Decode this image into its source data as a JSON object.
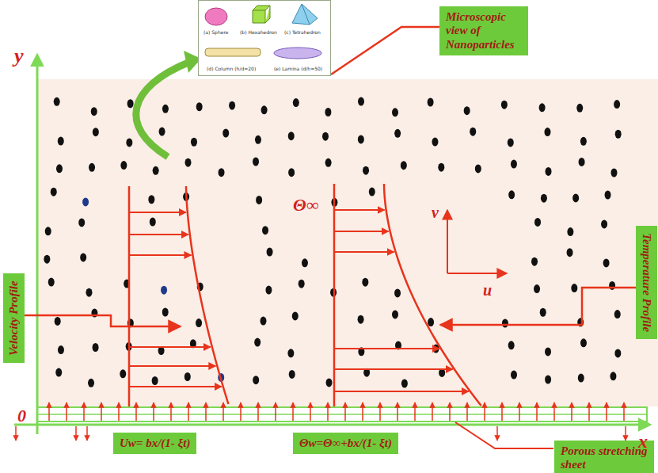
{
  "diagram": {
    "nodes": [
      {
        "text": [
          "(a) Sphere",
          "(b) Hexahedron",
          "(c) Tetrahedron",
          "(d) Column (h/d=20)",
          "(e) Lamina (d/h=50)"
        ]
      },
      {
        "text": [
          "Microscopic view of Nanoparticles"
        ]
      },
      {
        "text": [
          "Velocity Profile"
        ]
      },
      {
        "text": [
          "Temperature Profile"
        ]
      },
      {
        "text": [
          "Uw= bx/(1- ξt)"
        ]
      },
      {
        "text": [
          "Θw=Θ∞+bx/(1- ξt)"
        ]
      },
      {
        "text": [
          "Porous stretching sheet"
        ]
      }
    ],
    "edges": [
      {
        "from": 1,
        "to": 0,
        "arrow": "none"
      }
    ],
    "labels": [
      "y",
      "0",
      "x",
      "Θ∞",
      "v",
      "u"
    ]
  }
}
